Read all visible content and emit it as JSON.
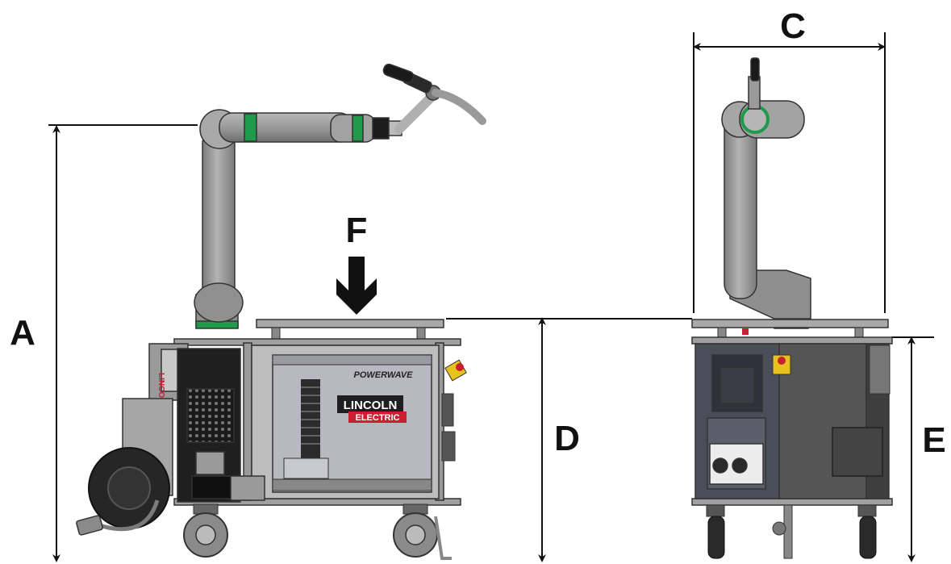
{
  "dimensions": {
    "a": "A",
    "c": "C",
    "d": "D",
    "e": "E",
    "f": "F"
  },
  "brand": {
    "model": "POWERWAVE",
    "maker_line1": "LINCOLN",
    "maker_line2": "ELECTRIC",
    "side_badge": "LINCOLN"
  },
  "colors": {
    "robot_gray": "#9a9a9a",
    "joint_green": "#1f9a4b",
    "frame_gray": "#8c8c8c",
    "dark": "#2b2b2b",
    "brand_red": "#c8202e",
    "estop_yellow": "#e8c21a"
  }
}
